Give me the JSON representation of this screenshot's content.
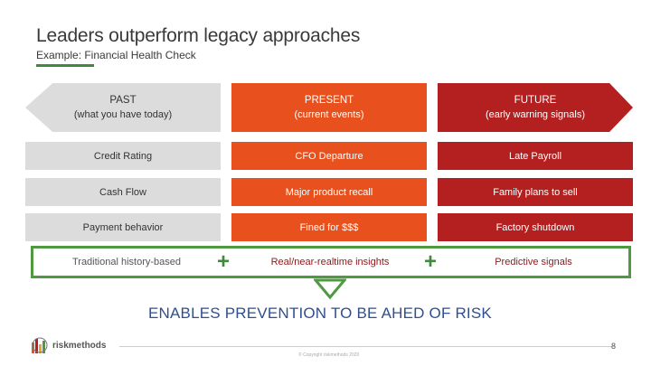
{
  "slide": {
    "title": "Leaders outperform legacy approaches",
    "subtitle": "Example: Financial Health Check",
    "enables": "ENABLES PREVENTION TO BE AHED OF RISK",
    "page_number": "8",
    "copyright": "© Copyright riskmethods 2020"
  },
  "columns": {
    "past": {
      "label": "PAST",
      "sublabel": "(what you have today)"
    },
    "present": {
      "label": "PRESENT",
      "sublabel": "(current events)"
    },
    "future": {
      "label": "FUTURE",
      "sublabel": "(early warning signals)"
    }
  },
  "rows": [
    {
      "past": "Credit Rating",
      "present": "CFO Departure",
      "future": "Late Payroll"
    },
    {
      "past": "Cash Flow",
      "present": "Major product recall",
      "future": "Family plans to sell"
    },
    {
      "past": "Payment behavior",
      "present": "Fined for $$$",
      "future": "Factory shutdown"
    }
  ],
  "summary": {
    "past": "Traditional history-based",
    "present": "Real/near-realtime insights",
    "future": "Predictive signals",
    "plus": "+"
  },
  "logo": {
    "text": "riskmethods"
  },
  "colors": {
    "past": "#dcdcdc",
    "present": "#e8511d",
    "future": "#b41f1f",
    "accent_green": "#4f9a40",
    "enables_blue": "#2f4f8f"
  }
}
